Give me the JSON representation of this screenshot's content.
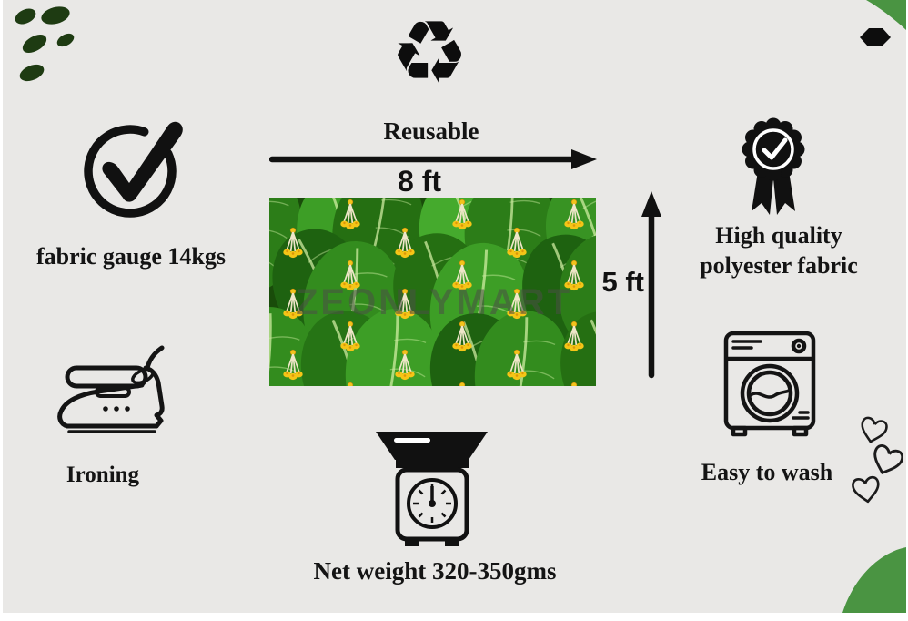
{
  "features": {
    "reusable": "Reusable",
    "fabric_gauge": "fabric gauge 14kgs",
    "quality_line1": "High quality",
    "quality_line2": "polyester fabric",
    "ironing": "Ironing",
    "net_weight": "Net weight 320-350gms",
    "easy_wash": "Easy to wash"
  },
  "measurements": {
    "width": "8 ft",
    "height": "5 ft"
  },
  "fabric": {
    "watermark": "ZEONLYMART"
  },
  "icons": {
    "recycle_glyph": "♻",
    "check_circle": "check-mark-in-circle",
    "medal": "quality-award-rosette",
    "iron": "clothes-iron",
    "washer": "washing-machine",
    "scale": "weighing-scale",
    "hearts": "hand-drawn-hearts"
  },
  "colors": {
    "canvas_background": "#e9e8e6",
    "ink": "#141414",
    "dark_dot_green": "#1e3b12",
    "accent_green": "#4a9442",
    "flower_yellow": "#f5c517",
    "leaf_green": "#2f8c1d",
    "watermark_gray": "#4b4f46"
  }
}
